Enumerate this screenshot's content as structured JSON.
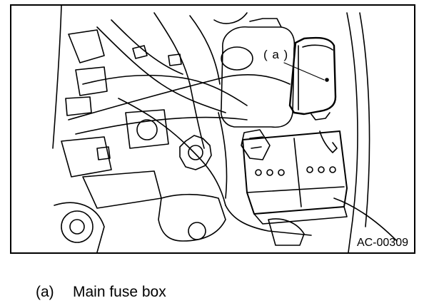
{
  "figure": {
    "id": "AC-00309",
    "callout": "( a )"
  },
  "legend": [
    {
      "key": "(a)",
      "text": "Main fuse box"
    }
  ]
}
